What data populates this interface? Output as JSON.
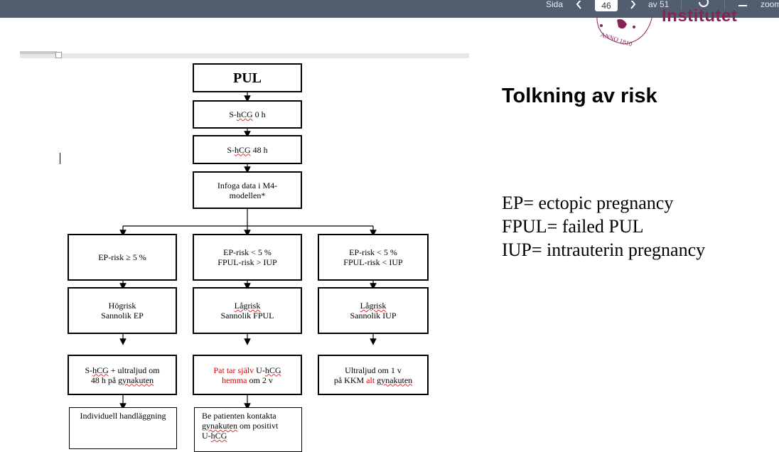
{
  "toolbar": {
    "page_label": "Sida",
    "page_current": "46",
    "page_of": "av 51",
    "zoom_label": "zoom",
    "prev_icon": "chevron-left-icon",
    "next_icon": "chevron-right-icon",
    "rotate_icon": "rotate-icon",
    "zoom_out_icon": "minus-icon"
  },
  "logo": {
    "text": "Institutet",
    "seal_text": "ANNO 1810"
  },
  "slide": {
    "heading": "Tolkning av risk",
    "definitions": [
      "EP= ectopic pregnancy",
      "FPUL= failed PUL",
      "IUP= intrauterin pregnancy"
    ]
  },
  "flowchart": {
    "pul": "PUL",
    "shcg0": {
      "pre": "S-",
      "sq": "hCG",
      "post": " 0 h"
    },
    "shcg48": {
      "pre": "S-",
      "sq": "hCG",
      "post": " 48 h"
    },
    "m4": [
      "Infoga data i M4-",
      "modellen*"
    ],
    "risk1": "EP-risk ≥ 5 %",
    "risk2": [
      "EP-risk < 5 %",
      "FPUL-risk > IUP"
    ],
    "risk3": [
      "EP-risk < 5 %",
      "FPUL-risk < IUP"
    ],
    "cat1": [
      "Högrisk",
      "Sannolik EP"
    ],
    "cat2": [
      "Lågrisk",
      "Sannolik FPUL"
    ],
    "cat3": [
      "Lågrisk",
      "Sannolik IUP"
    ],
    "act1": {
      "l1_pre": "S-",
      "l1_sq": "hCG",
      "l1_post": " + ultraljud om",
      "l2_pre": "48 h på ",
      "l2_sq": "gynakuten"
    },
    "act2": {
      "l1_red": "Pat tar själv",
      "l1_post": " U-",
      "l1_sq": "hCG",
      "l2_red": "hemma",
      "l2_post": " om 2 v"
    },
    "act3": {
      "l1": "Ultraljud om 1 v",
      "l2_pre": "på KKM ",
      "l2_red": "alt",
      "l2_sp": " ",
      "l2_sq": "gynakuten"
    },
    "fu1": "Individuell handläggning",
    "fu2": {
      "l1": "Be patienten kontakta",
      "l2_sq": "gynakuten",
      "l2_post": " om positivt",
      "l3_pre": "U-",
      "l3_sq": "hCG"
    }
  },
  "colors": {
    "toolbar": "#525e6d",
    "logo": "#872359",
    "highlight": "#e00000"
  }
}
